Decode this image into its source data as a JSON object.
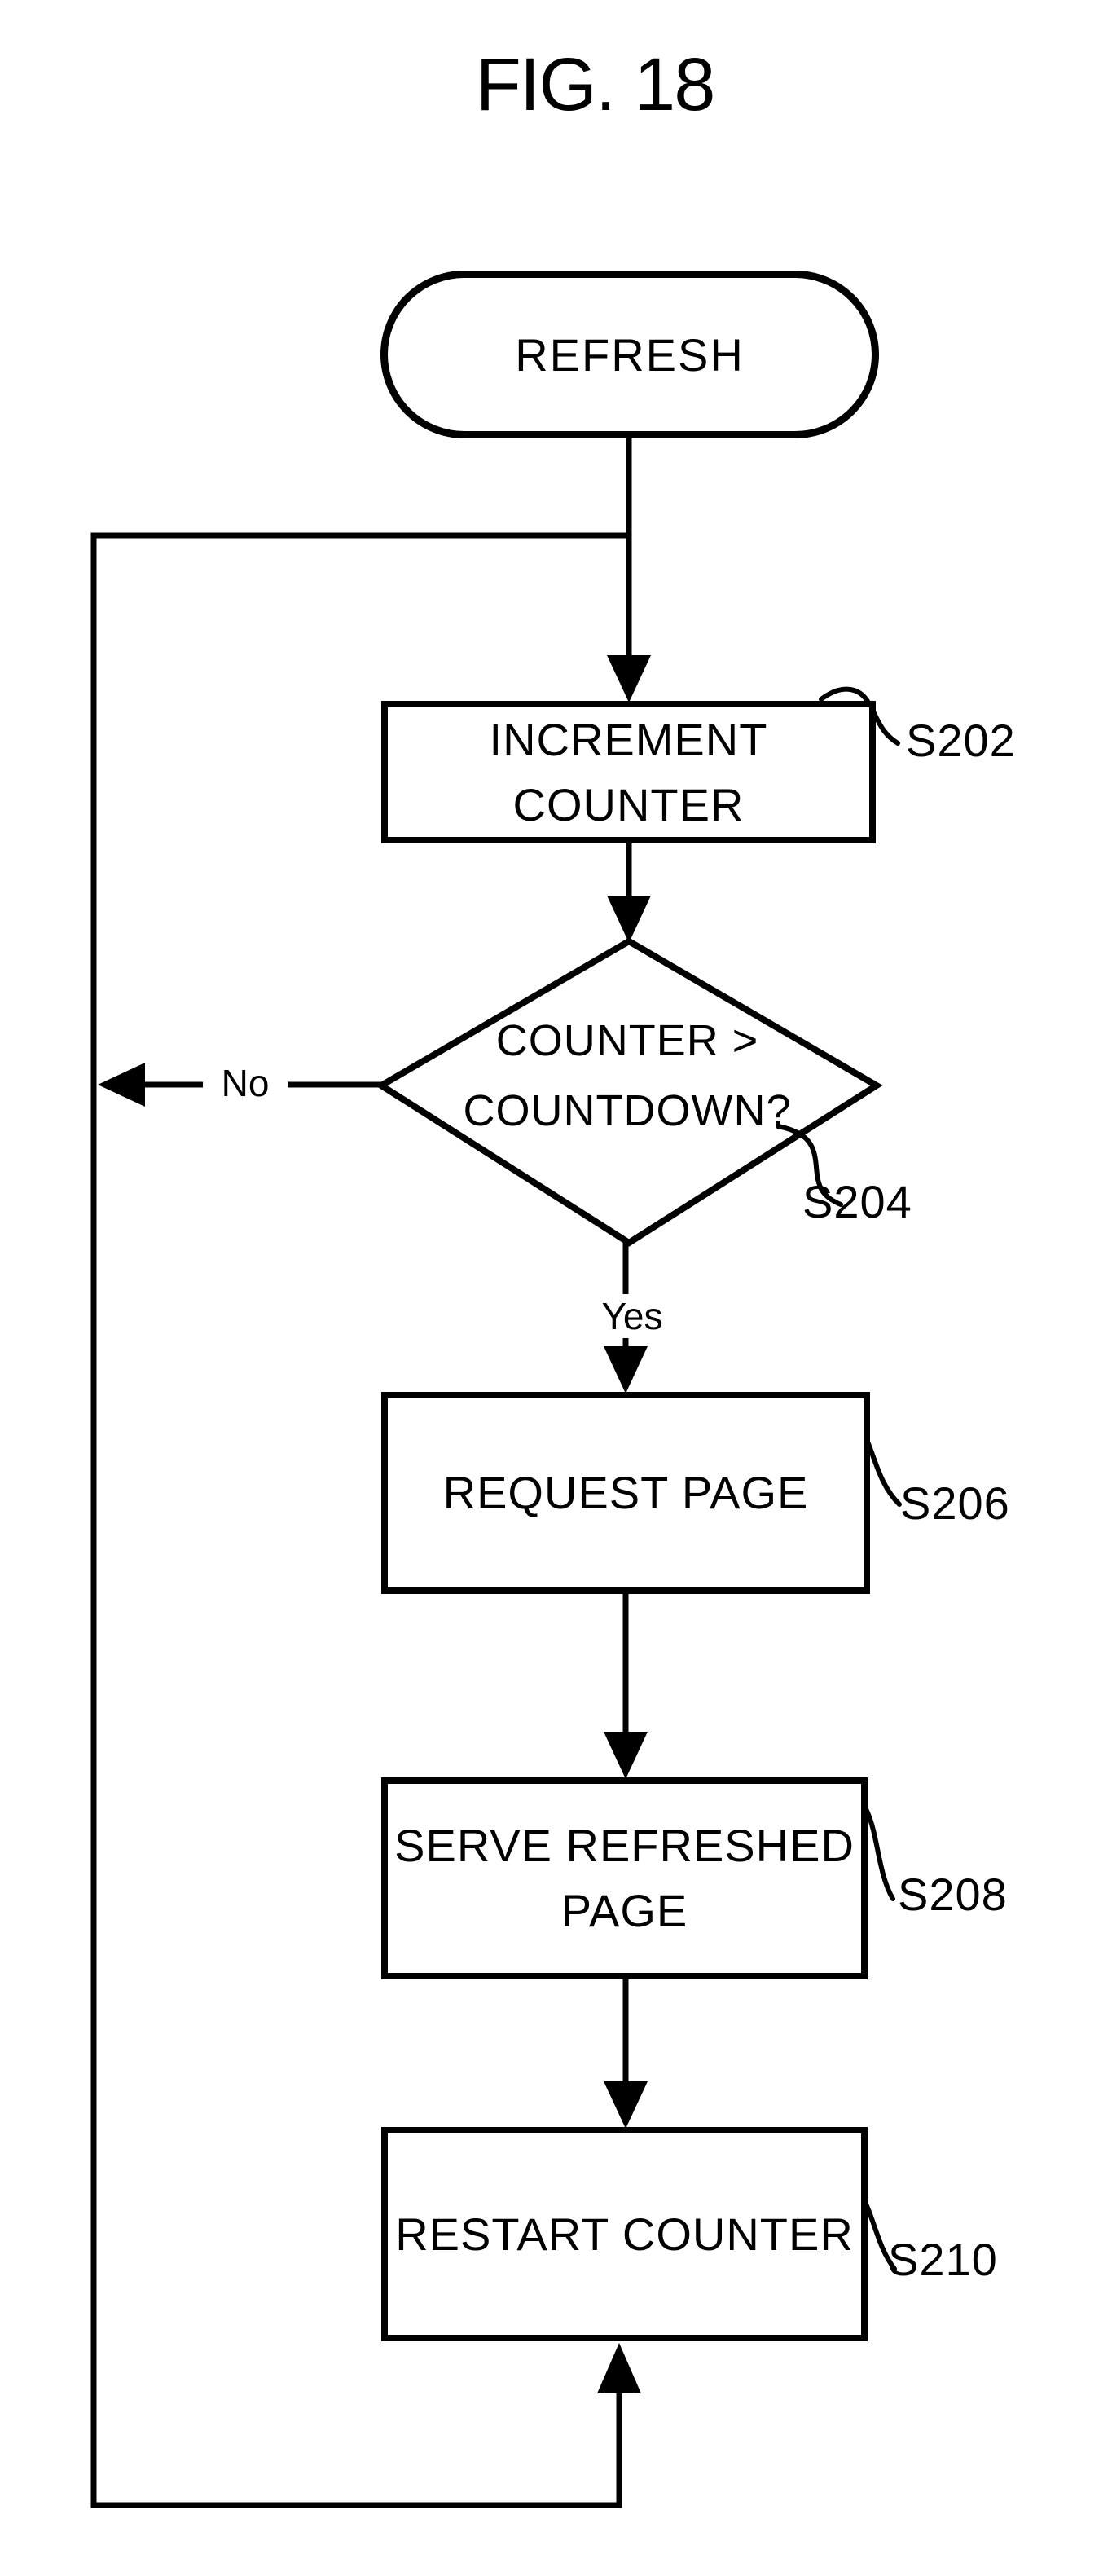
{
  "figure": {
    "title": "FIG. 18"
  },
  "colors": {
    "ink": "#000000",
    "background": "#ffffff"
  },
  "flowchart": {
    "start": {
      "type": "terminator",
      "label": "REFRESH"
    },
    "steps": [
      {
        "type": "process",
        "line1": "INCREMENT",
        "line2": "COUNTER",
        "ref": "S202"
      },
      {
        "type": "decision",
        "line1": "COUNTER >",
        "line2": "COUNTDOWN?",
        "ref": "S204"
      },
      {
        "type": "process",
        "line1": "REQUEST PAGE",
        "line2": "",
        "ref": "S206"
      },
      {
        "type": "process",
        "line1": "SERVE REFRESHED",
        "line2": "PAGE",
        "ref": "S208"
      },
      {
        "type": "process",
        "line1": "RESTART COUNTER",
        "line2": "",
        "ref": "S210"
      }
    ],
    "branch_labels": {
      "no": "No",
      "yes": "Yes"
    }
  }
}
